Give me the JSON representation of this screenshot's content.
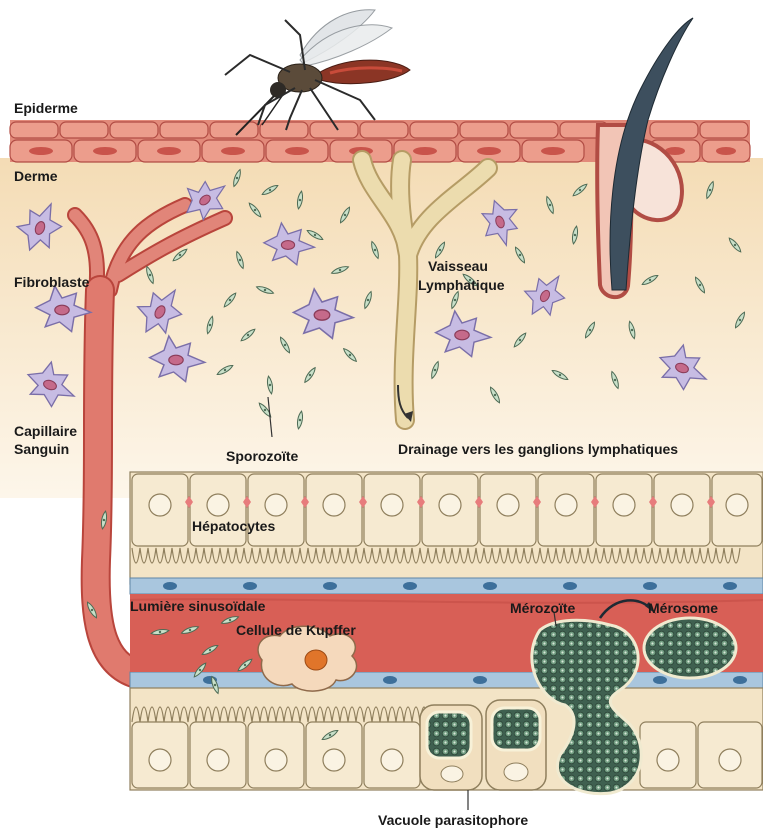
{
  "labels": {
    "epiderme": "Epiderme",
    "derme": "Derme",
    "fibroblaste": "Fibroblaste",
    "capillaire_line1": "Capillaire",
    "capillaire_line2": "Sanguin",
    "sporozoite": "Sporozoïte",
    "vaisseau_line1": "Vaisseau",
    "vaisseau_line2": "Lymphatique",
    "drainage": "Drainage vers les ganglions lymphatiques",
    "hepatocytes": "Hépatocytes",
    "lumiere": "Lumière sinusoïdale",
    "kupffer": "Cellule de Kupffer",
    "merozoite": "Mérozoïte",
    "merosome": "Mérosome",
    "vacuole": "Vacuole parasitophore"
  },
  "colors": {
    "dermis": "#f8ead2",
    "epidermis_cell": "#e8907f",
    "epidermis_outline": "#b4524a",
    "blood": "#dc6e62",
    "blood_dark": "#b9453c",
    "lymph": "#e8d6a8",
    "hepatocyte": "#f1e4c8",
    "hepatocyte_outline": "#8f7f5d",
    "fibroblast": "#b9aed6",
    "sporozoite": "#c5dcc6",
    "merozoite_mass": "#4a6a55",
    "kupffer": "#f5d9bc",
    "kupffer_nucleus": "#e0752a",
    "endothelium": "#a9c6de"
  },
  "icons": [
    "mosquito-icon",
    "hair-follicle-icon",
    "fibroblast-icon",
    "sporozoite-icon",
    "kupffer-cell-icon",
    "merosome-icon"
  ]
}
